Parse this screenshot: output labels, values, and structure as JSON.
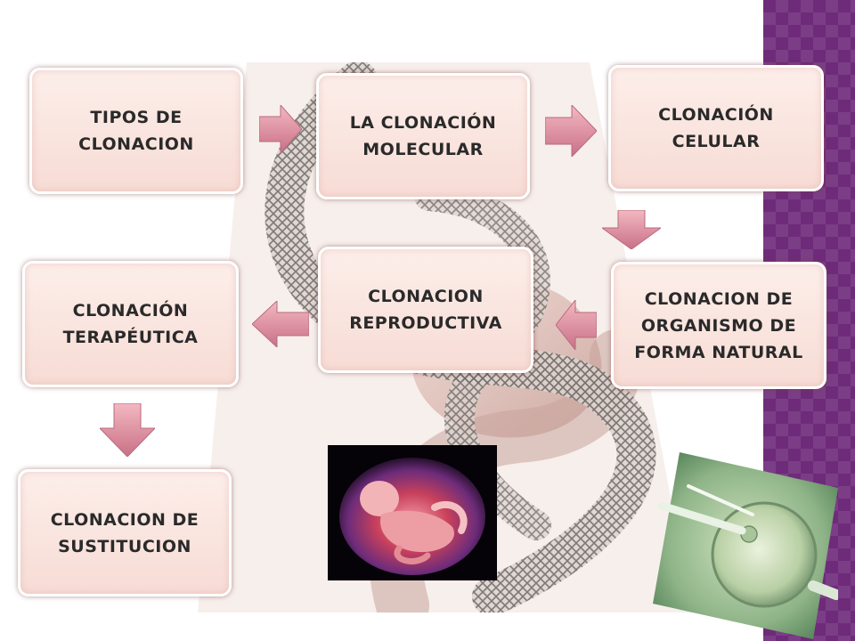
{
  "nodes": [
    {
      "id": "tipos",
      "label": "TIPOS DE CLONACION"
    },
    {
      "id": "molecular",
      "label": "LA CLONACIÓN MOLECULAR"
    },
    {
      "id": "celular",
      "label": "CLONACIÓN CELULAR"
    },
    {
      "id": "reproductiva",
      "label": "CLONACION REPRODUCTIVA"
    },
    {
      "id": "organismo",
      "label": "CLONACION DE ORGANISMO DE FORMA NATURAL"
    },
    {
      "id": "terapeutica",
      "label": "CLONACIÓN TERAPÉUTICA"
    },
    {
      "id": "sustitucion",
      "label": "CLONACION DE SUSTITUCION"
    }
  ],
  "edges": [
    {
      "from": "tipos",
      "to": "molecular",
      "direction": "right"
    },
    {
      "from": "molecular",
      "to": "celular",
      "direction": "right"
    },
    {
      "from": "celular",
      "to": "organismo",
      "direction": "down"
    },
    {
      "from": "organismo",
      "to": "reproductiva",
      "direction": "left"
    },
    {
      "from": "reproductiva",
      "to": "terapeutica",
      "direction": "left"
    },
    {
      "from": "terapeutica",
      "to": "sustitucion",
      "direction": "down"
    }
  ],
  "colors": {
    "box": "#f9e3dd",
    "arrow": "#d98a9a",
    "sidebar": "#6e2b7a",
    "text": "#2a2a2a"
  },
  "images": [
    {
      "name": "fetus-in-womb-photo"
    },
    {
      "name": "egg-cell-microinjection-photo"
    },
    {
      "name": "hand-and-dna-backdrop"
    }
  ]
}
